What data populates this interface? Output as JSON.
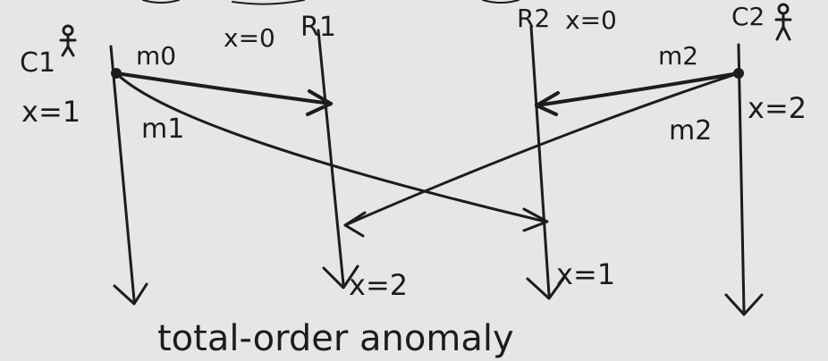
{
  "diagram": {
    "caption": "total-order anomaly",
    "clients": [
      {
        "label": "C1",
        "value_label": "x=1"
      },
      {
        "label": "C2",
        "value_label": "x=2"
      }
    ],
    "replicas": [
      {
        "label": "R1",
        "initial_label": "x=0",
        "final_label": "x=2"
      },
      {
        "label": "R2",
        "initial_label": "x=0",
        "final_label": "x=1"
      }
    ],
    "messages": [
      {
        "label": "m0"
      },
      {
        "label": "m1"
      },
      {
        "label": "m2"
      },
      {
        "label": "m2"
      }
    ]
  }
}
